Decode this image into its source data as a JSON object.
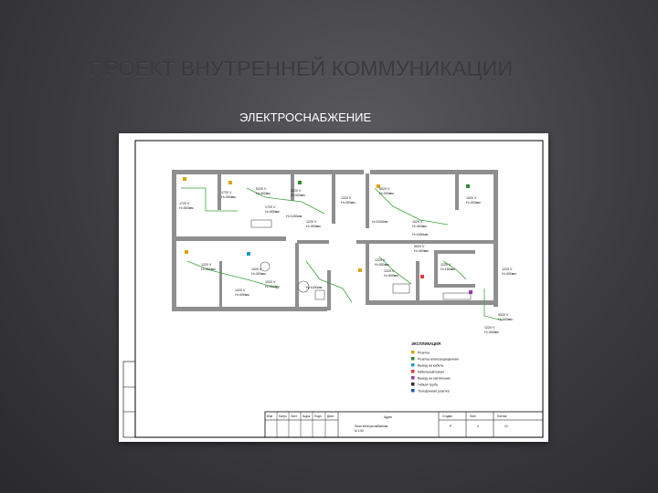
{
  "slide": {
    "title": "ПРОЕКТ ВНУТРЕННЕЙ КОММУНИКАЦИИ",
    "subtitle": "ЭЛЕКТРОСНАБЖЕНИЕ"
  },
  "plan": {
    "labels": {
      "l1": "1720 V",
      "l2": "H=500мм",
      "l3": "1720 V",
      "l4": "H=300мм",
      "l5": "5220 V",
      "l6": "H=400мм",
      "l7": "3220 V",
      "l8": "H=300мм",
      "l9": "1720 V",
      "l10": "H=400мм",
      "l11": "H=1150мм",
      "l12": "1220 V",
      "l13": "H=400мм",
      "l14": "1220 V",
      "l15": "H=400мм",
      "l16": "H=1150мм",
      "l17": "6020 V",
      "l18": "H=300мм",
      "l19": "1020 V",
      "l20": "H=400мм",
      "l21": "H=1150мм",
      "l22": "1020 V",
      "l23": "H=400мм",
      "l24": "5020 V",
      "l25": "H=400мм",
      "l26": "1220 V",
      "l27": "H=400мм",
      "l28": "1020 V",
      "l29": "H=400мм",
      "l30": "1020 V",
      "l31": "H=400мм",
      "l32": "1020 V",
      "l33": "H=400мм",
      "l34": "1220 V",
      "l35": "H=400мм",
      "l36": "1220 V",
      "l37": "H=400мм",
      "l38": "1220 V",
      "l39": "H=150мм",
      "l40": "1220 V",
      "l41": "H=400мм",
      "l42": "5020 V",
      "l43": "H=400мм",
      "l44": "1220 V",
      "l45": "H=400мм",
      "l46": "H=1150мм"
    },
    "legend": {
      "title": "ЭКСПЛИКАЦИЯ",
      "items": [
        {
          "label": "Розетка",
          "color": "#d9a400",
          "icon": "socket-icon"
        },
        {
          "label": "Розетка влагозащищенная",
          "color": "#2e8b2e",
          "icon": "socket-waterproof-icon"
        },
        {
          "label": "Вывод на кабель",
          "color": "#1f9bd6",
          "icon": "cable-outlet-icon"
        },
        {
          "label": "Кабельный канал",
          "color": "#e03c3c",
          "icon": "cable-channel-icon"
        },
        {
          "label": "Вывод на светильник",
          "color": "#8a3fa0",
          "icon": "light-outlet-icon"
        },
        {
          "label": "Гибкая труба",
          "color": "#2e2e2e",
          "icon": "flex-pipe-icon"
        },
        {
          "label": "Телефонная розетка",
          "color": "#1f4fbf",
          "icon": "phone-socket-icon"
        }
      ]
    },
    "stamp": {
      "address": "Адрес",
      "sheet_title": "План электроснабжения",
      "scale": "М 1:50",
      "col1": "Стадия",
      "col2": "Лист",
      "col3": "Листов",
      "v1": "Р",
      "v2": "4",
      "v3": "10",
      "header_cells": [
        "Изм",
        "Колуч",
        "Лист",
        "№док",
        "Подп",
        "Дата"
      ]
    }
  },
  "colors": {
    "wall": "#8f8f8f",
    "wall_dark": "#6e6e6e",
    "wire": "#3aa43a",
    "frame": "#000000"
  }
}
